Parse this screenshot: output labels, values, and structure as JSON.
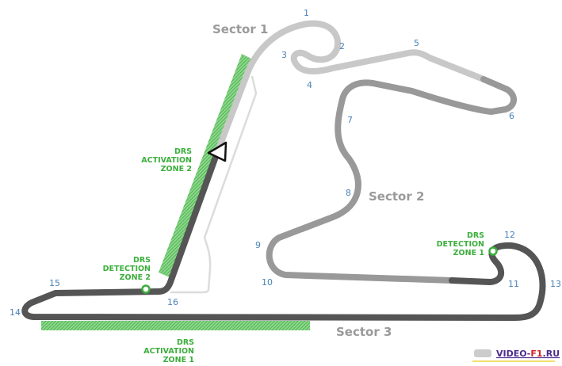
{
  "sectors": [
    "Sector 1",
    "Sector 2",
    "Sector 3"
  ],
  "turns": [
    "1",
    "2",
    "3",
    "4",
    "5",
    "6",
    "7",
    "8",
    "9",
    "10",
    "11",
    "12",
    "13",
    "14",
    "15",
    "16"
  ],
  "drs_activation_2": [
    "DRS",
    "ACTIVATION",
    "ZONE 2"
  ],
  "drs_detection_2": [
    "DRS",
    "DETECTION",
    "ZONE 2"
  ],
  "drs_activation_1": [
    "DRS",
    "ACTIVATION",
    "ZONE 1"
  ],
  "drs_detection_1": [
    "DRS",
    "DETECTION",
    "ZONE 1"
  ],
  "watermark": {
    "prefix": "VIDEO-",
    "highlight": "F1",
    "suffix": ".RU"
  },
  "colors": {
    "sector1": "#c8c8c8",
    "sector2": "#999999",
    "sector3": "#555555",
    "drs": "#3cae3c",
    "turn_label": "#4a82b8"
  }
}
